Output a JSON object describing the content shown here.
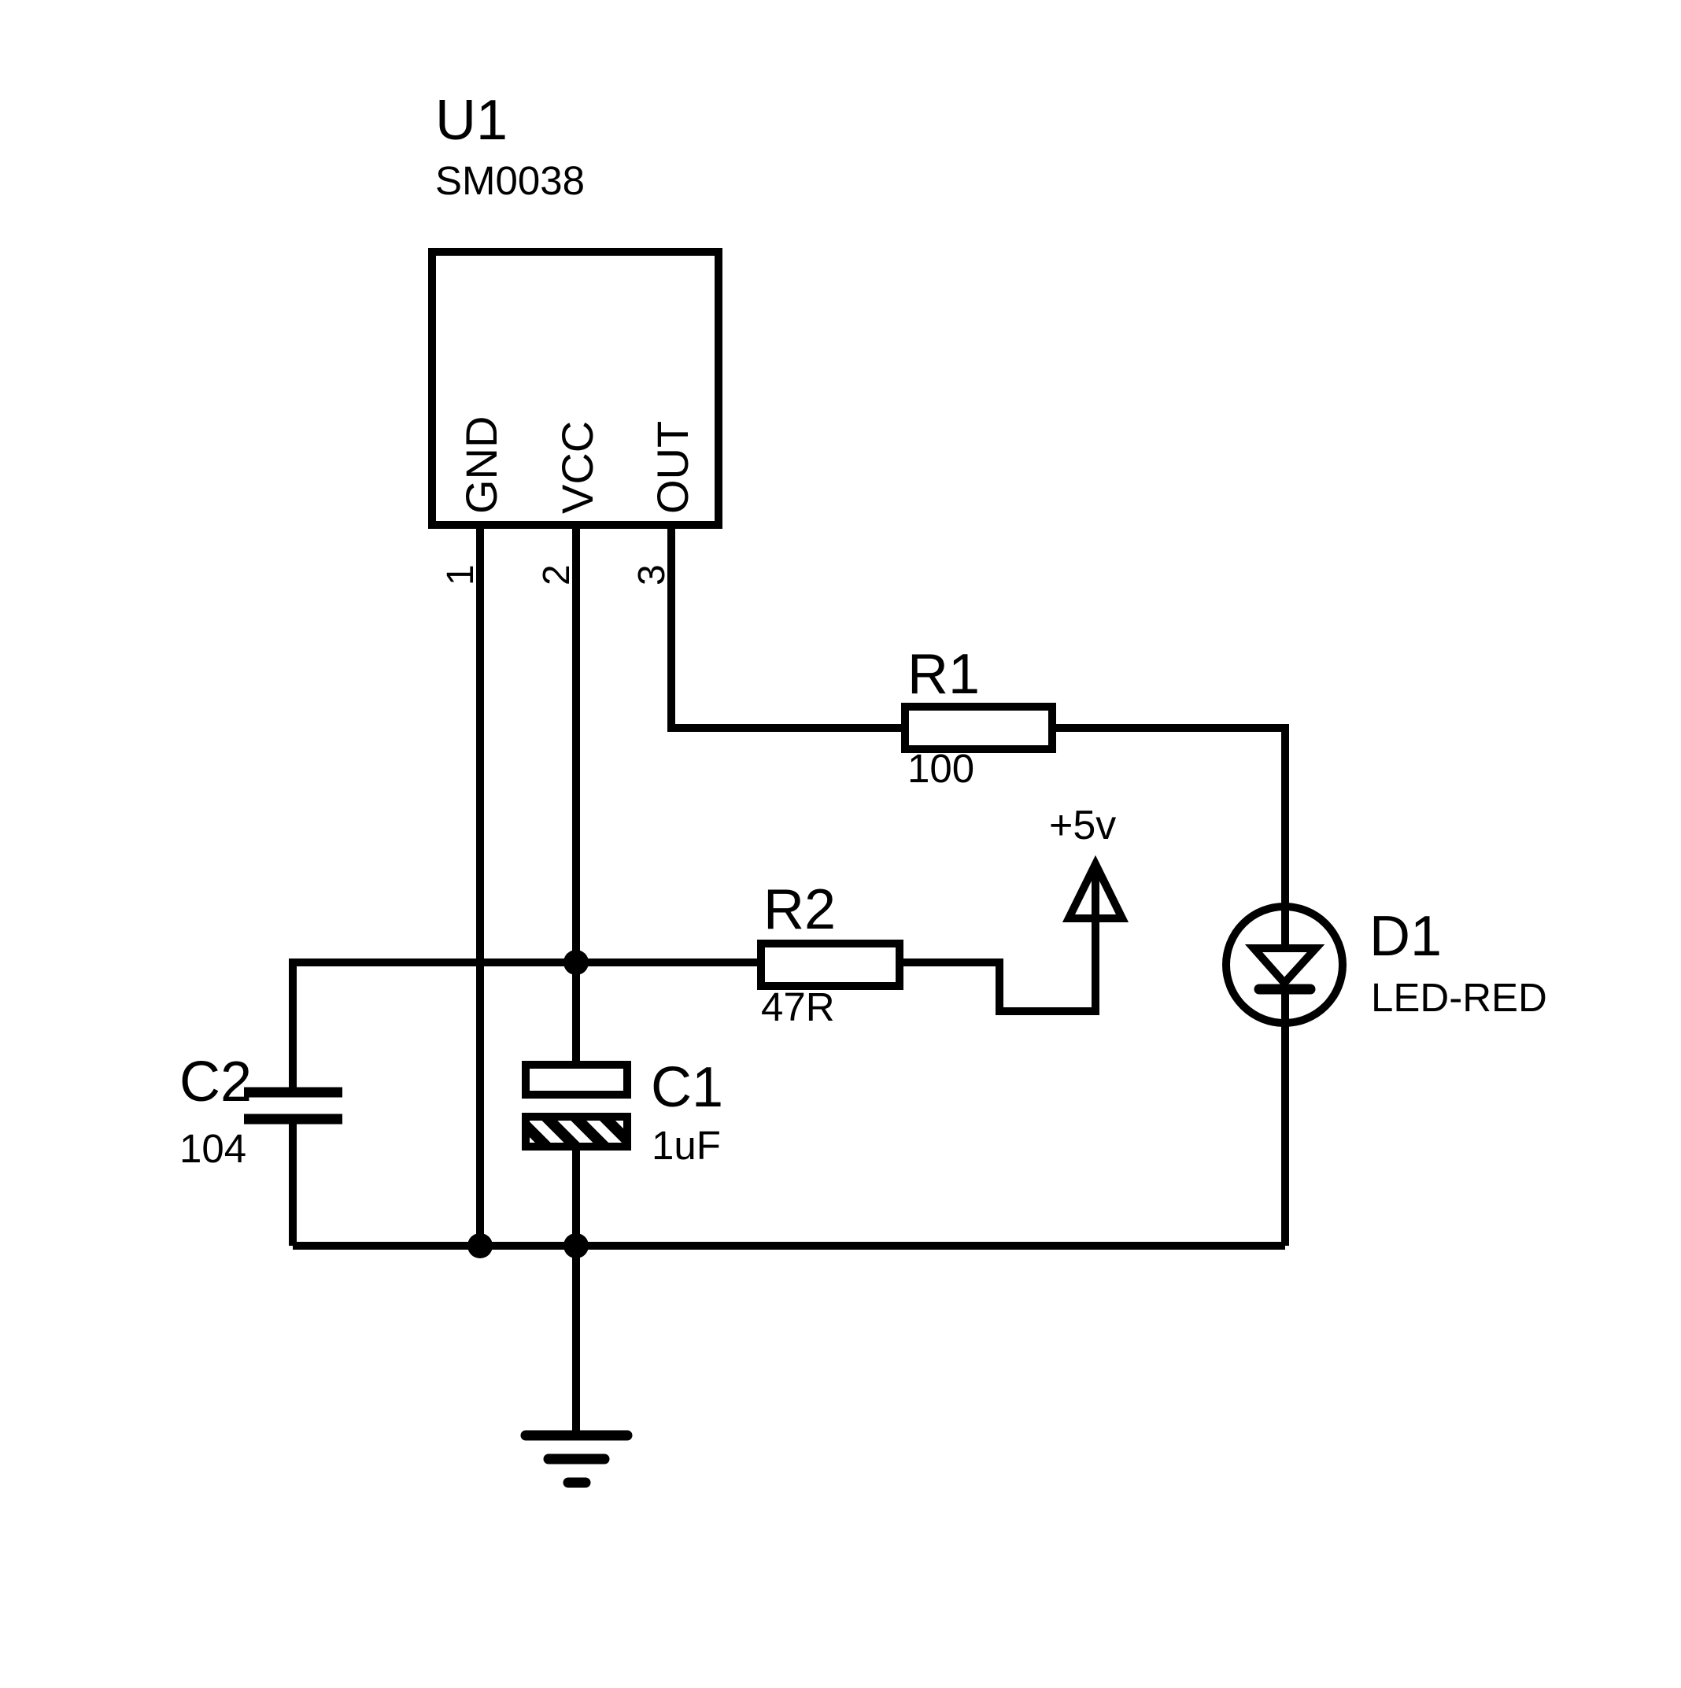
{
  "schematic": {
    "background": "#ffffff",
    "line_color": "#000000",
    "components": {
      "u1": {
        "ref": "U1",
        "value": "SM0038",
        "pin_names": [
          "GND",
          "VCC",
          "OUT"
        ],
        "pin_numbers": [
          "1",
          "2",
          "3"
        ]
      },
      "r1": {
        "ref": "R1",
        "value": "100"
      },
      "r2": {
        "ref": "R2",
        "value": "47R"
      },
      "c1": {
        "ref": "C1",
        "value": "1uF"
      },
      "c2": {
        "ref": "C2",
        "value": "104"
      },
      "d1": {
        "ref": "D1",
        "value": "LED-RED"
      },
      "power_net": {
        "label": "+5v"
      }
    }
  }
}
